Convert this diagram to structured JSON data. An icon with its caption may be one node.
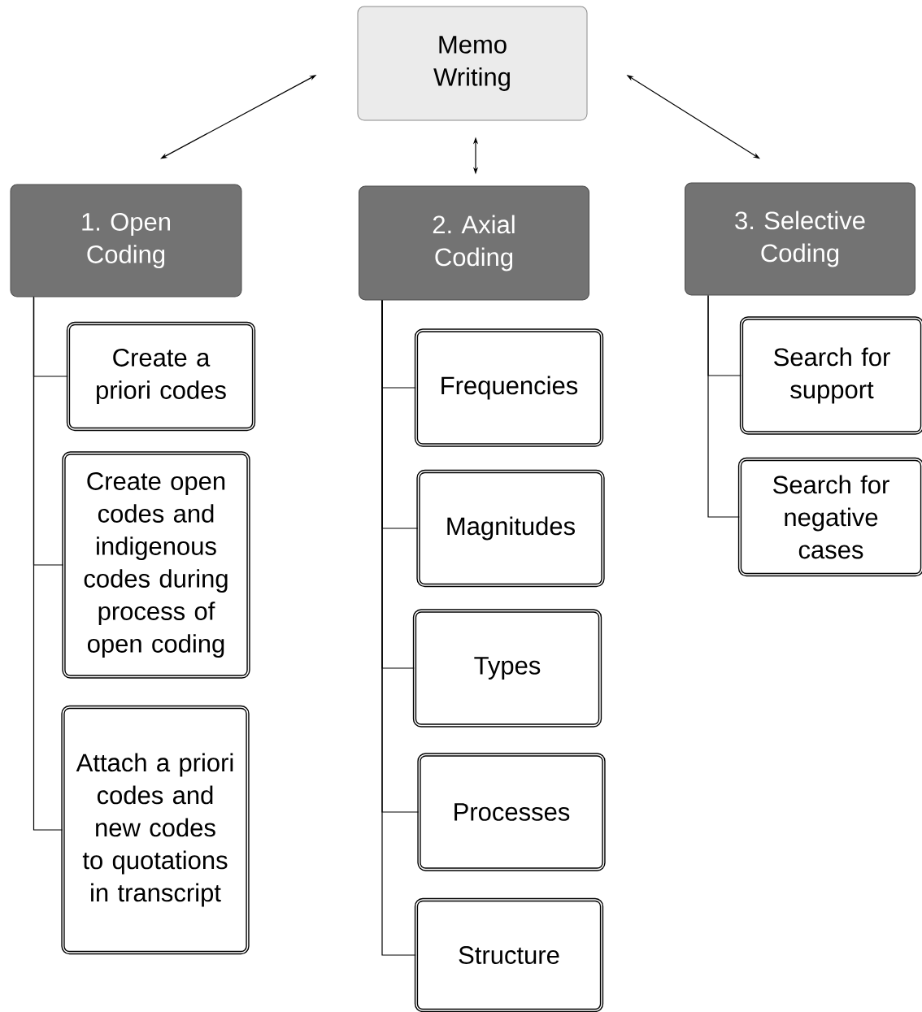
{
  "diagram": {
    "nodes": [
      {
        "text": [
          "Memo Writing"
        ]
      },
      {
        "text": [
          "1. Open Coding"
        ]
      },
      {
        "text": [
          "2. Axial Coding"
        ]
      },
      {
        "text": [
          "3. Selective Coding"
        ]
      },
      {
        "text": [
          "Create a priori codes"
        ]
      },
      {
        "text": [
          "Create open codes and indigenous codes during process of open coding"
        ]
      },
      {
        "text": [
          "Attach a priori codes and new codes to quotations in transcript"
        ]
      },
      {
        "text": [
          "Frequencies"
        ]
      },
      {
        "text": [
          "Magnitudes"
        ]
      },
      {
        "text": [
          "Types"
        ]
      },
      {
        "text": [
          "Processes"
        ]
      },
      {
        "text": [
          "Structure"
        ]
      },
      {
        "text": [
          "Search for support"
        ]
      },
      {
        "text": [
          "Search for negative cases"
        ]
      }
    ],
    "edges": [
      {
        "from": 0,
        "to": 1,
        "arrow": "both"
      },
      {
        "from": 0,
        "to": 2,
        "arrow": "both"
      },
      {
        "from": 0,
        "to": 3,
        "arrow": "both"
      },
      {
        "from": 1,
        "to": 4,
        "arrow": "none"
      },
      {
        "from": 1,
        "to": 5,
        "arrow": "none"
      },
      {
        "from": 1,
        "to": 6,
        "arrow": "none"
      },
      {
        "from": 2,
        "to": 7,
        "arrow": "none"
      },
      {
        "from": 2,
        "to": 8,
        "arrow": "none"
      },
      {
        "from": 2,
        "to": 9,
        "arrow": "none"
      },
      {
        "from": 2,
        "to": 10,
        "arrow": "none"
      },
      {
        "from": 2,
        "to": 11,
        "arrow": "none"
      },
      {
        "from": 3,
        "to": 12,
        "arrow": "none"
      },
      {
        "from": 3,
        "to": 13,
        "arrow": "none"
      }
    ]
  }
}
